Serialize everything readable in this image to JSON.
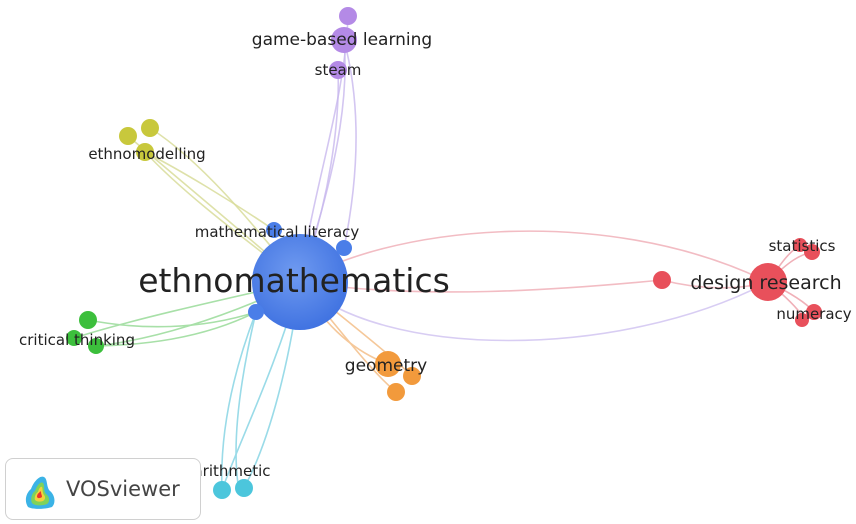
{
  "network": {
    "nodes": [
      {
        "id": "ethnomathematics",
        "label": "ethnomathematics",
        "cluster": "blue"
      },
      {
        "id": "mathematical-literacy",
        "label": "mathematical literacy",
        "cluster": "blue"
      },
      {
        "id": "design-research",
        "label": "design research",
        "cluster": "red"
      },
      {
        "id": "statistics",
        "label": "statistics",
        "cluster": "red"
      },
      {
        "id": "numeracy",
        "label": "numeracy",
        "cluster": "red"
      },
      {
        "id": "game-based-learning",
        "label": "game-based learning",
        "cluster": "purple"
      },
      {
        "id": "steam",
        "label": "steam",
        "cluster": "purple"
      },
      {
        "id": "ethnomodelling",
        "label": "ethnomodelling",
        "cluster": "yellow"
      },
      {
        "id": "critical-thinking",
        "label": "critical thinking",
        "cluster": "green"
      },
      {
        "id": "geometry",
        "label": "geometry",
        "cluster": "orange"
      },
      {
        "id": "arithmetic",
        "label": "arithmetic",
        "cluster": "cyan"
      }
    ],
    "cluster_colors": {
      "blue": "#4a7ee8",
      "red": "#e8505b",
      "purple": "#b48ae6",
      "yellow": "#c8c83c",
      "green": "#3cbf3c",
      "orange": "#f29a3c",
      "cyan": "#4cc6dc"
    }
  },
  "branding": {
    "logo_icon": "vosviewer-logo-icon",
    "label": "VOSviewer"
  }
}
